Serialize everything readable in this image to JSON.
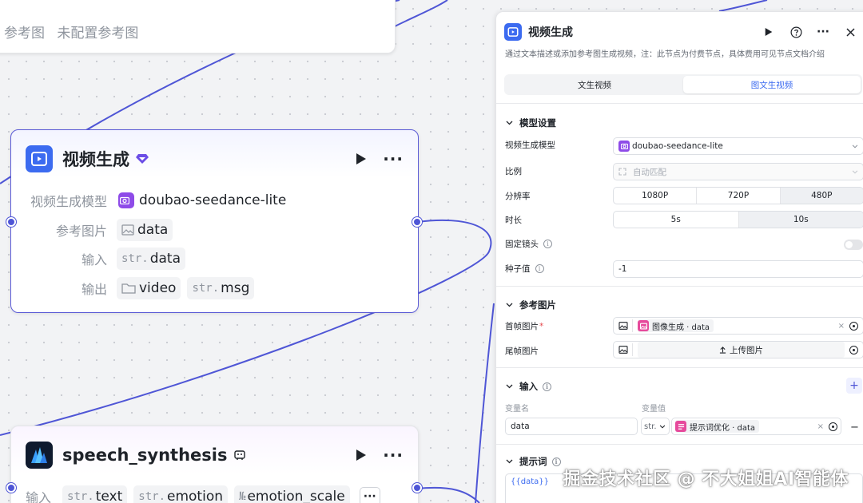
{
  "canvas": {
    "prev_node": {
      "label": "参考图",
      "value": "未配置参考图"
    },
    "video_node": {
      "title": "视频生成",
      "fields": [
        {
          "label": "视频生成模型",
          "chips": [
            {
              "kind": "model",
              "text": "doubao-seedance-lite"
            }
          ]
        },
        {
          "label": "参考图片",
          "chips": [
            {
              "kind": "image",
              "text": "data"
            }
          ]
        },
        {
          "label": "输入",
          "chips": [
            {
              "kind": "str",
              "prefix": "str.",
              "text": "data"
            }
          ]
        },
        {
          "label": "输出",
          "chips": [
            {
              "kind": "folder",
              "text": "video"
            },
            {
              "kind": "str",
              "prefix": "str.",
              "text": "msg"
            }
          ]
        }
      ]
    },
    "speech_node": {
      "title": "speech_synthesis",
      "input_label": "输入",
      "chips": [
        {
          "prefix": "str.",
          "text": "text"
        },
        {
          "prefix": "str.",
          "text": "emotion"
        },
        {
          "prefix": "№",
          "text": "emotion_scale"
        }
      ],
      "more": "···"
    }
  },
  "panel": {
    "title": "视频生成",
    "description": "通过文本描述或添加参考图生成视频，注：此节点为付费节点，具体费用可见节点文档介绍",
    "tabs": [
      {
        "label": "文生视频",
        "active": false
      },
      {
        "label": "图文生视频",
        "active": true
      }
    ],
    "model_section": {
      "title": "模型设置",
      "model_label": "视频生成模型",
      "model_value": "doubao-seedance-lite",
      "ratio_label": "比例",
      "ratio_value": "自动匹配",
      "resolution_label": "分辨率",
      "resolution_options": [
        "1080P",
        "720P",
        "480P"
      ],
      "resolution_selected": "480P",
      "duration_label": "时长",
      "duration_options": [
        "5s",
        "10s"
      ],
      "duration_selected": "10s",
      "fixed_camera_label": "固定镜头",
      "fixed_camera_on": false,
      "seed_label": "种子值",
      "seed_value": "-1"
    },
    "ref_section": {
      "title": "参考图片",
      "first_frame_label": "首帧图片",
      "first_frame_value": "图像生成 · data",
      "last_frame_label": "尾帧图片",
      "upload_label": "上传图片"
    },
    "input_section": {
      "title": "输入",
      "col_name": "变量名",
      "col_value": "变量值",
      "var_name": "data",
      "var_type": "str.",
      "var_ref": "提示词优化 · data"
    },
    "prompt_section": {
      "title": "提示词",
      "value": "{{data}}"
    }
  },
  "watermark": "掘金技术社区 @ 不大姐姐AI智能体",
  "colors": {
    "accent": "#4f56d6",
    "node_icon": "#3c6bf0",
    "model_icon": "#8e4be8",
    "ref_icon": "#e64a9c"
  }
}
